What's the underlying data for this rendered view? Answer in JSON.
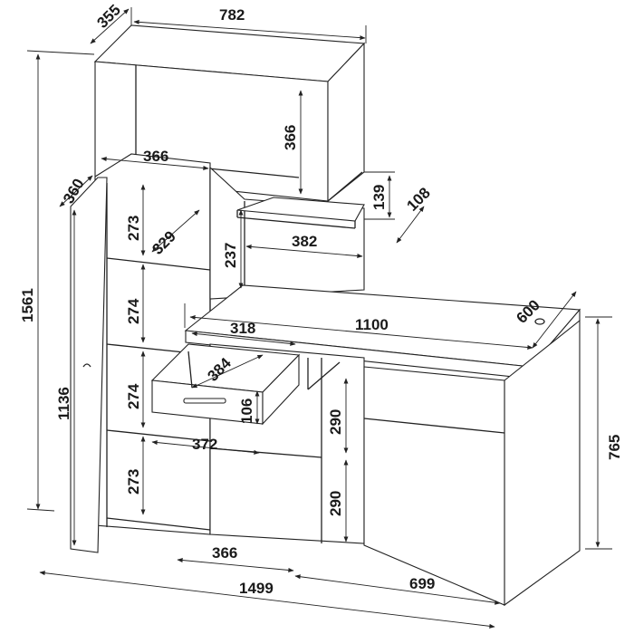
{
  "diagram": {
    "type": "furniture-dimension-drawing",
    "units": "",
    "dimensions": {
      "shelf_depth": "355",
      "overall_top_width": "782",
      "top_shelf_height": "366",
      "upper_shelf_width": "366",
      "side_panel_depth": "360",
      "inner_depth": "329",
      "shelf_height_1": "273",
      "shelf_height_2": "274",
      "shelf_height_3": "274",
      "shelf_height_4": "273",
      "mid_shelf_height": "237",
      "small_shelf_height": "139",
      "small_shelf_depth": "108",
      "small_shelf_width": "382",
      "desk_width": "1100",
      "desk_depth": "600",
      "drawer_width": "318",
      "drawer_depth": "384",
      "drawer_height": "106",
      "lower_compartment_width": "372",
      "lower_compartment_height_1": "290",
      "lower_compartment_height_2": "290",
      "bottom_shelf_width": "366",
      "overall_height": "1561",
      "cabinet_height": "1136",
      "desk_height": "765",
      "overall_width": "1499",
      "desk_leg_width": "699"
    }
  }
}
